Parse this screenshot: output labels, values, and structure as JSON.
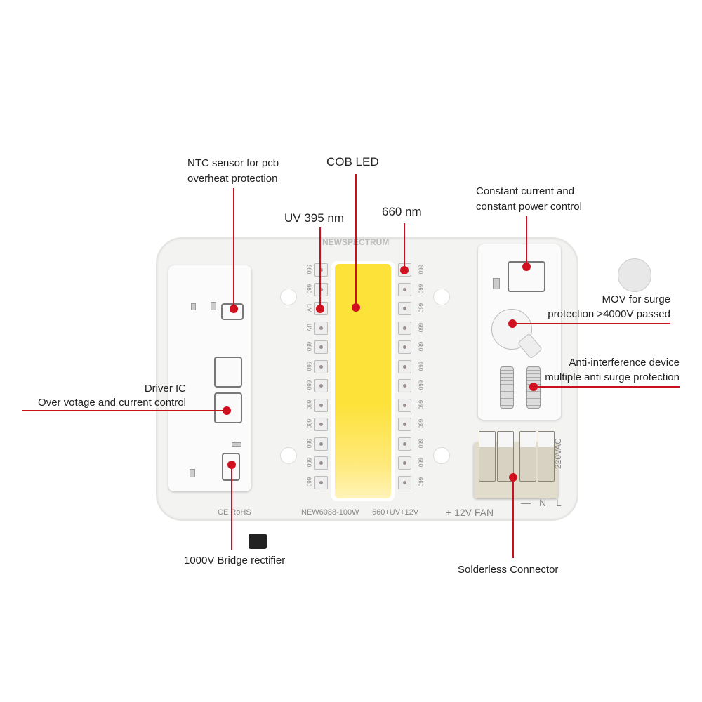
{
  "board": {
    "brand": "NEWSPECTRUM",
    "cert": "CE RoHS",
    "model": "NEW6088-100W",
    "spec": "660+UV+12V",
    "fan": "+ 12V FAN",
    "terminals": [
      "—",
      "N",
      "L"
    ],
    "voltage": "220VAC",
    "left_led_labels": [
      "660",
      "660",
      "UV",
      "UV",
      "660",
      "660",
      "660",
      "660",
      "660",
      "660",
      "660",
      "660"
    ],
    "right_led_labels": [
      "660",
      "660",
      "660",
      "660",
      "660",
      "660",
      "660",
      "660",
      "660",
      "660",
      "660",
      "660"
    ]
  },
  "callouts": {
    "ntc": [
      "NTC sensor for pcb",
      "overheat protection"
    ],
    "cob": "COB LED",
    "uv": "UV 395 nm",
    "red": "660 nm",
    "constant": [
      "Constant current and",
      "constant power control"
    ],
    "mov": [
      "MOV for surge",
      "protection >4000V passed"
    ],
    "anti": [
      "Anti-interference device",
      "multiple anti surge protection"
    ],
    "driver": [
      "Driver IC",
      "Over votage and current control"
    ],
    "bridge": "1000V Bridge rectifier",
    "connector": "Solderless Connector"
  },
  "colors": {
    "accent": "#c8101e",
    "cob": "#fde23a"
  }
}
